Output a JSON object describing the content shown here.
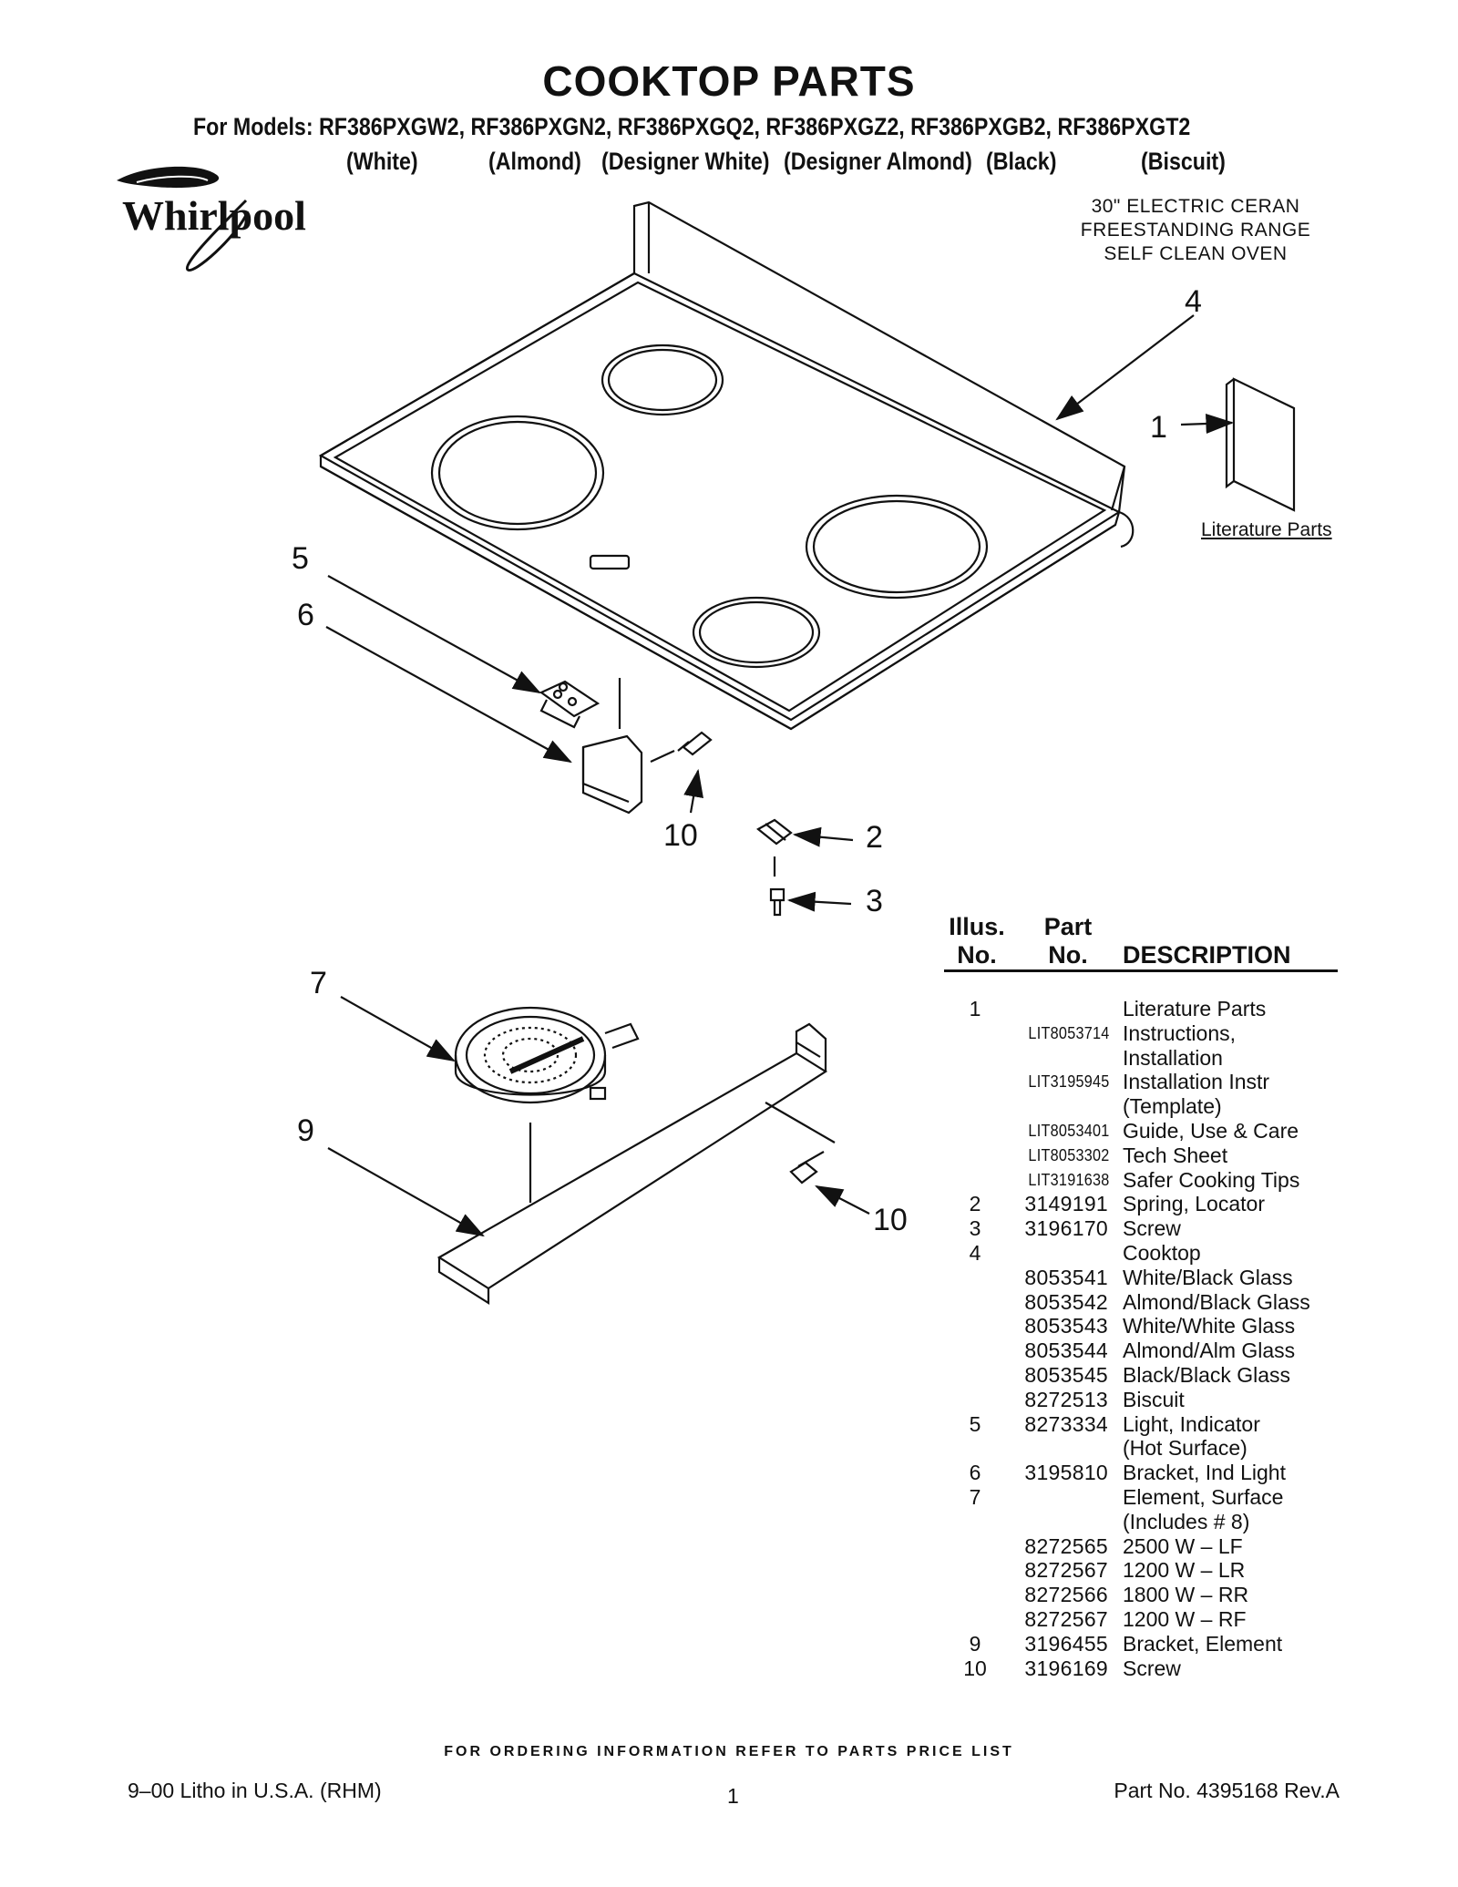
{
  "header": {
    "title": "COOKTOP PARTS",
    "models_line": "For Models: RF386PXGW2, RF386PXGN2, RF386PXGQ2, RF386PXGZ2, RF386PXGB2, RF386PXGT2",
    "colors": [
      "(White)",
      "(Almond)",
      "(Designer White)",
      "(Designer Almond)",
      "(Black)",
      "(Biscuit)"
    ],
    "brand": "Whirlpool",
    "range_description": [
      "30\" ELECTRIC CERAN",
      "FREESTANDING RANGE",
      "SELF CLEAN OVEN"
    ]
  },
  "diagram": {
    "callouts": [
      "4",
      "1",
      "5",
      "6",
      "10",
      "2",
      "3",
      "7",
      "9",
      "10"
    ],
    "literature_label": "Literature Parts"
  },
  "table": {
    "headers": {
      "illus": [
        "Illus.",
        "No."
      ],
      "part": [
        "Part",
        "No."
      ],
      "description": "DESCRIPTION"
    },
    "rows": [
      {
        "no": "1",
        "part": "",
        "desc": "Literature Parts"
      },
      {
        "no": "",
        "part": "LIT8053714",
        "desc": "Instructions,",
        "lit": true
      },
      {
        "no": "",
        "part": "",
        "desc": "Installation"
      },
      {
        "no": "",
        "part": "LIT3195945",
        "desc": "Installation Instr",
        "lit": true
      },
      {
        "no": "",
        "part": "",
        "desc": "(Template)"
      },
      {
        "no": "",
        "part": "LIT8053401",
        "desc": "Guide, Use & Care",
        "lit": true
      },
      {
        "no": "",
        "part": "LIT8053302",
        "desc": "Tech Sheet",
        "lit": true
      },
      {
        "no": "",
        "part": "LIT3191638",
        "desc": "Safer Cooking Tips",
        "lit": true
      },
      {
        "no": "2",
        "part": "3149191",
        "desc": "Spring, Locator"
      },
      {
        "no": "3",
        "part": "3196170",
        "desc": "Screw"
      },
      {
        "no": "4",
        "part": "",
        "desc": "Cooktop"
      },
      {
        "no": "",
        "part": "8053541",
        "desc": "White/Black Glass"
      },
      {
        "no": "",
        "part": "8053542",
        "desc": "Almond/Black Glass"
      },
      {
        "no": "",
        "part": "8053543",
        "desc": "White/White Glass"
      },
      {
        "no": "",
        "part": "8053544",
        "desc": "Almond/Alm Glass"
      },
      {
        "no": "",
        "part": "8053545",
        "desc": "Black/Black Glass"
      },
      {
        "no": "",
        "part": "8272513",
        "desc": "Biscuit"
      },
      {
        "no": "5",
        "part": "8273334",
        "desc": "Light, Indicator"
      },
      {
        "no": "",
        "part": "",
        "desc": "(Hot Surface)"
      },
      {
        "no": "6",
        "part": "3195810",
        "desc": "Bracket, Ind Light"
      },
      {
        "no": "7",
        "part": "",
        "desc": "Element, Surface"
      },
      {
        "no": "",
        "part": "",
        "desc": "(Includes # 8)"
      },
      {
        "no": "",
        "part": "8272565",
        "desc": "2500 W – LF"
      },
      {
        "no": "",
        "part": "8272567",
        "desc": "1200 W – LR"
      },
      {
        "no": "",
        "part": "8272566",
        "desc": "1800 W – RR"
      },
      {
        "no": "",
        "part": "8272567",
        "desc": "1200 W – RF"
      },
      {
        "no": "9",
        "part": "3196455",
        "desc": "Bracket, Element"
      },
      {
        "no": "10",
        "part": "3196169",
        "desc": "Screw"
      }
    ]
  },
  "footer": {
    "ordering": "FOR ORDERING INFORMATION REFER TO PARTS PRICE LIST",
    "litho": "9–00 Litho in U.S.A. (RHM)",
    "page": "1",
    "part_no": "Part No. 4395168 Rev.A"
  }
}
